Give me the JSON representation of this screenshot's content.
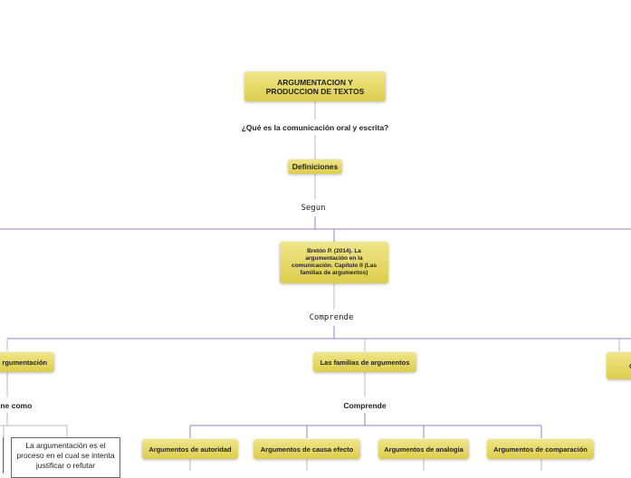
{
  "root": {
    "title": "ARGUMENTACION Y PRODUCCION DE TEXTOS"
  },
  "question": "¿Qué es la comunicación oral y escrita?",
  "definitions": "Definiciones",
  "segun": "Segun",
  "source": "Bretón P. (2014). La argumentación en la comunicación. Capitulo II (Las familias de argumentos)",
  "comprende_1": "Comprende",
  "left_branch": {
    "label": "rgumentación",
    "connector": "ine como"
  },
  "middle_branch": {
    "label": "Las familias de argumentos",
    "connector": "Comprende"
  },
  "right_branch": {
    "label": "C"
  },
  "families": [
    {
      "label": "Argumentos de autoridad"
    },
    {
      "label": "Argumentos de causa efecto"
    },
    {
      "label": "Argumentos de analogía"
    },
    {
      "label": "Argumentos de comparación"
    }
  ],
  "definition_box": "La argumentación es el proceso en el cual se intenta justificar o refutar",
  "colors": {
    "node_top": "#f0e58a",
    "node_bottom": "#dccd4c",
    "line_gray": "#b9b9c9",
    "line_purple": "#9e7cbf"
  }
}
